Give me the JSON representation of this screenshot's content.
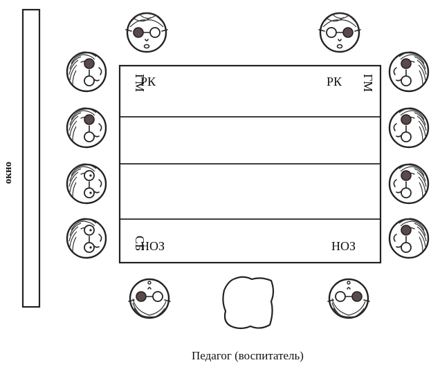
{
  "window_label": "окно",
  "table": {
    "rows": 4,
    "labels": {
      "top_left_vertical": "ГМ",
      "top_left": "РК",
      "top_right": "РК",
      "top_right_vertical": "ГМ",
      "bottom_left_vertical": "СБ",
      "bottom_left": "НОЗ",
      "bottom_right": "НОЗ"
    }
  },
  "teacher_caption": "Педагог (воспитатель)",
  "colors": {
    "ink": "#222222",
    "dark_lens": "#5a4a4a",
    "background": "#ffffff"
  },
  "icons": {
    "child": "child-face-icon",
    "dark_glasses": "dark-lens-glasses",
    "clear_glasses": "clear-lens-glasses",
    "teacher": "teacher-blob-icon"
  }
}
